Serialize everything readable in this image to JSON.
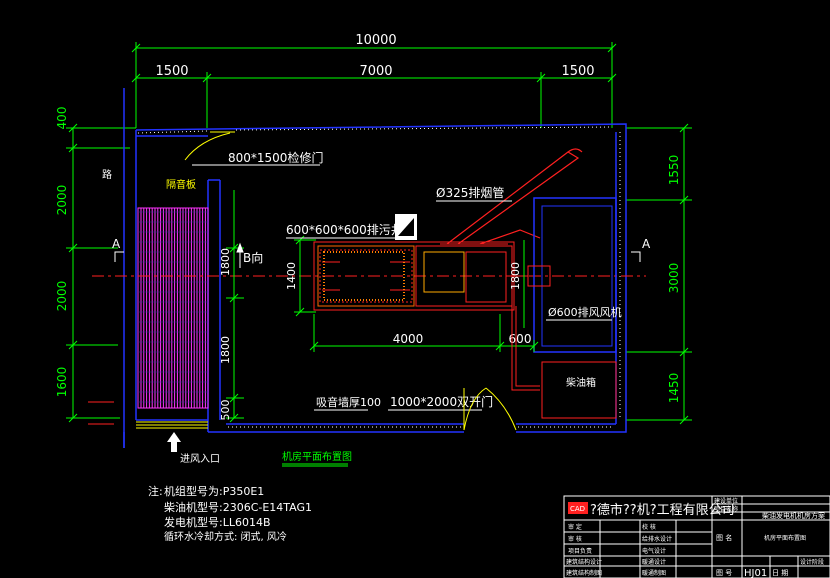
{
  "dimensions": {
    "top_total": "10000",
    "top_left": "1500",
    "top_mid": "7000",
    "top_right": "1500",
    "left_400": "400",
    "left_2000a": "2000",
    "left_2000b": "2000",
    "left_1600": "1600",
    "right_1550": "1550",
    "right_3000": "3000",
    "right_1450": "1450",
    "inner_1800a": "1800",
    "inner_1800b": "1800",
    "inner_1400": "1400",
    "inner_500": "500",
    "inner_1800c": "1800",
    "bottom_4000": "4000",
    "bottom_600": "600"
  },
  "labels": {
    "road": "路",
    "sound_panel": "隔音板",
    "door_top": "800*1500检修门",
    "exhaust_pipe": "Ø325排烟管",
    "exhaust_vent": "600*600*600排污井",
    "b_dir": "B向",
    "fan": "Ø600排风风机",
    "oil_tank": "柴油箱",
    "wall": "吸音墙厚100",
    "door_bottom": "1000*2000双开门",
    "inlet": "进风入口",
    "section_a_left": "A",
    "section_a_right": "A",
    "plan_title": "机房平面布置图"
  },
  "notes": {
    "prefix": "注:",
    "line1": "机组型号为:P350E1",
    "line2": "柴油机型号:2306C-E14TAG1",
    "line3": "发电机型号:LL6014B",
    "line4": "循环水冷却方式: 闭式, 风冷"
  },
  "title_block": {
    "logo": "CAD",
    "company": "?德市??机?工程有限公司",
    "project_unit_label": "建设单位",
    "project_name_label": "项目名称",
    "project_name_value": "柴油发电机机房方案",
    "drawing_name_label": "图 名",
    "drawing_name_value": "机房平面布置图",
    "row1a": "审 定",
    "row1b": "校 核",
    "row2a": "审 核",
    "row2b": "给排水设计",
    "row3a": "项目负责",
    "row3b": "电气设计",
    "row4a": "建筑结构设计",
    "row4b": "暖通设计",
    "row5a": "建筑结构制图",
    "row5b": "暖通制图",
    "design_stage_label": "设计阶段",
    "drawing_no_label": "图 号",
    "drawing_no_value": "HJ01",
    "date_label": "日 期"
  },
  "colors": {
    "background": "#000000",
    "wall": "#1a1aff",
    "dimension": "#00ff00",
    "text": "#ffffff",
    "equipment": "#ff2020",
    "sound_panel": "#ff33ff",
    "centerline": "#ff2020",
    "title_block": "#ffffff"
  }
}
